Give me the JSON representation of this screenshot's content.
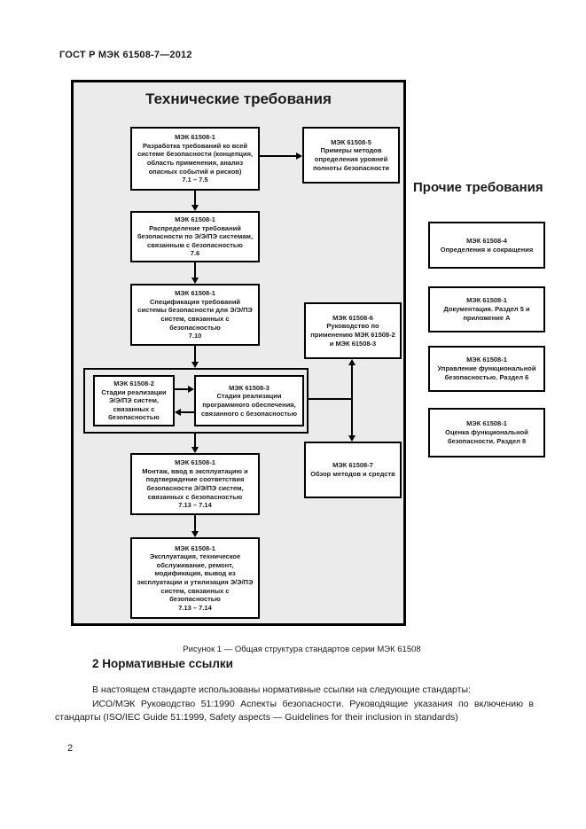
{
  "page": {
    "header": "ГОСТ Р МЭК 61508-7—2012",
    "page_number": "2"
  },
  "diagram": {
    "title": "Технические требования",
    "other_heading": "Прочие требования",
    "boxes": {
      "b1": {
        "code": "МЭК 61508-1",
        "body": "Разработка требований ко всей системе безопасности (концепция, область применения, анализ опасных событий и рисков)",
        "ref": "7.1 – 7.5"
      },
      "b2": {
        "code": "МЭК 61508-1",
        "body": "Распределение требований безопасности по Э/Э/ПЭ системам, связанным с безопасностью",
        "ref": "7.6"
      },
      "b3": {
        "code": "МЭК 61508-1",
        "body": "Спецификация требований системы безопасности для Э/Э/ПЭ систем, связанных с безопасностью",
        "ref": "7.10"
      },
      "b4a": {
        "code": "МЭК 61508-2",
        "body": "Стадии реализации Э/Э/ПЭ систем, связанных с безопасностью"
      },
      "b4b": {
        "code": "МЭК 61508-3",
        "body": "Стадия реализации программного обеспечения, связанного с безопасностью"
      },
      "b5": {
        "code": "МЭК 61508-1",
        "body": "Монтаж, ввод в эксплуатацию и подтверждение соответствия безопасности Э/Э/ПЭ систем, связанных с безопасностью",
        "ref": "7.13 – 7.14"
      },
      "b6": {
        "code": "МЭК 61508-1",
        "body": "Эксплуатация, техническое обслуживание, ремонт, модификация, вывод из эксплуатации и утилизация Э/Э/ПЭ систем, связанных с безопасностью",
        "ref": "7.13 – 7.14"
      },
      "r5": {
        "code": "МЭК 61508-5",
        "body": "Примеры методов определения уровней полноты безопасности"
      },
      "r6": {
        "code": "МЭК 61508-6",
        "body": "Руководство по применению МЭК 61508-2 и МЭК 61508-3"
      },
      "r7": {
        "code": "МЭК 61508-7",
        "body": "Обзор методов и средств"
      },
      "o1": {
        "code": "МЭК 61508-4",
        "body": "Определения и сокращения"
      },
      "o2": {
        "code": "МЭК 61508-1",
        "body": "Документация. Раздел 5 и приложение А"
      },
      "o3": {
        "code": "МЭК 61508-1",
        "body": "Управление функциональной безопасностью. Раздел 6"
      },
      "o4": {
        "code": "МЭК 61508-1",
        "body": "Оценка функциональной безопасности. Раздел 8"
      }
    }
  },
  "content": {
    "figure_caption": "Рисунок 1 — Общая структура стандартов серии МЭК 61508",
    "section_heading": "2  Нормативные ссылки",
    "para1": "В настоящем стандарте использованы нормативные ссылки на следующие стандарты:",
    "para2": "ИСО/МЭК Руководство 51:1990 Аспекты безопасности. Руководящие указания по включению в стандарты (ISO/IEC Guide 51:1999, Safety aspects — Guidelines for their inclusion in standards)"
  },
  "colors": {
    "diagram_background": "#ebebeb",
    "box_border": "#000000",
    "text": "#1a1a1a"
  }
}
